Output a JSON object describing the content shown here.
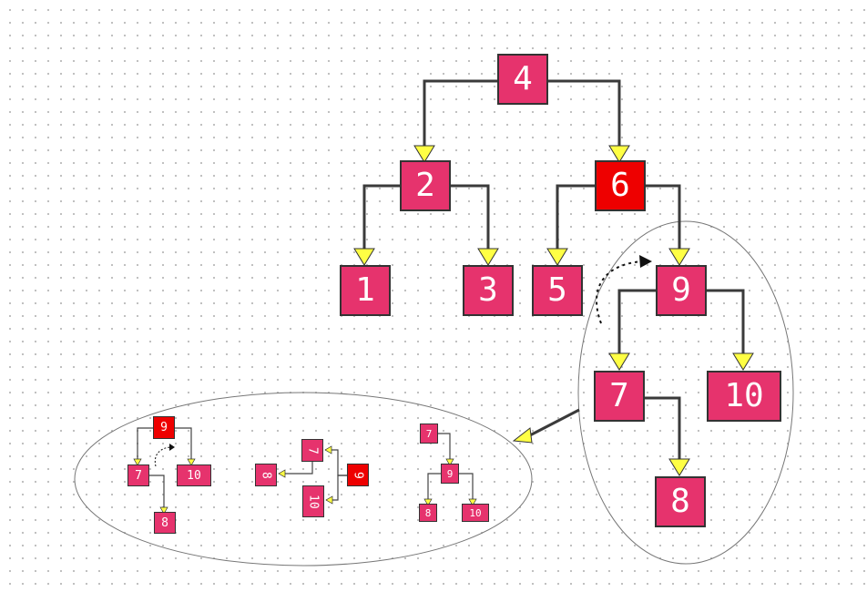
{
  "colors": {
    "node": "#e6336d",
    "node_highlight": "#ee0000",
    "edge": "#3a3a3a",
    "arrowhead": "#ffff44",
    "ellipse": "#777777"
  },
  "main_tree": {
    "n4": "4",
    "n2": "2",
    "n6": "6",
    "n1": "1",
    "n3": "3",
    "n5": "5",
    "n9": "9",
    "n7": "7",
    "n10": "10",
    "n8": "8"
  },
  "step1": {
    "n9": "9",
    "n7": "7",
    "n10": "10",
    "n8": "8"
  },
  "step2": {
    "n7": "7",
    "n8": "8",
    "n9": "9",
    "n10": "10"
  },
  "step3": {
    "n7": "7",
    "n9": "9",
    "n8": "8",
    "n10": "10"
  }
}
